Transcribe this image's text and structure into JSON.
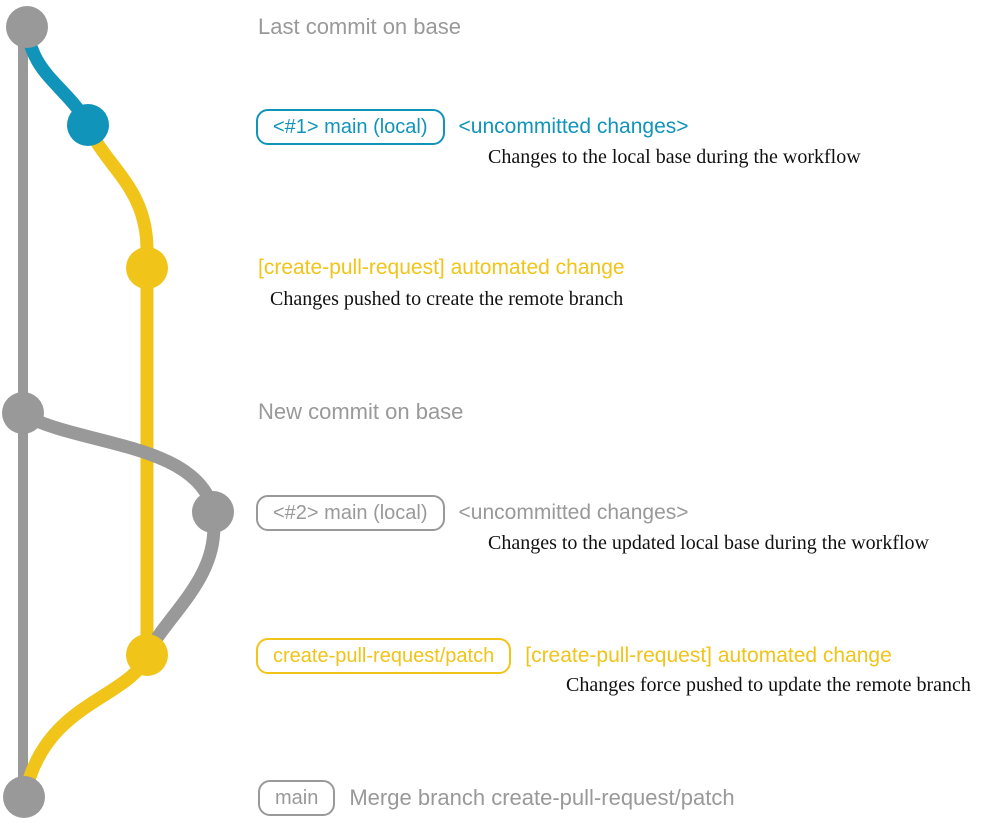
{
  "colors": {
    "gray": "#999999",
    "blue": "#1094BA",
    "yellow": "#F0C419",
    "description_text": "#111111",
    "background": "#ffffff"
  },
  "rows": {
    "last_commit": {
      "message": "Last commit on base"
    },
    "main_local_1": {
      "tag": "<#1> main (local)",
      "message": "<uncommitted changes>",
      "description": "Changes to the local base during the workflow"
    },
    "automated_change_1": {
      "message": "[create-pull-request] automated change",
      "description": "Changes pushed to create the remote branch"
    },
    "new_commit": {
      "message": "New commit on base"
    },
    "main_local_2": {
      "tag": "<#2> main (local)",
      "message": "<uncommitted changes>",
      "description": "Changes to the updated local base during the workflow"
    },
    "automated_change_2": {
      "tag": "create-pull-request/patch",
      "message": "[create-pull-request] automated change",
      "description": "Changes force pushed to update the remote branch"
    },
    "merge": {
      "tag": "main",
      "message": "Merge branch create-pull-request/patch"
    }
  }
}
